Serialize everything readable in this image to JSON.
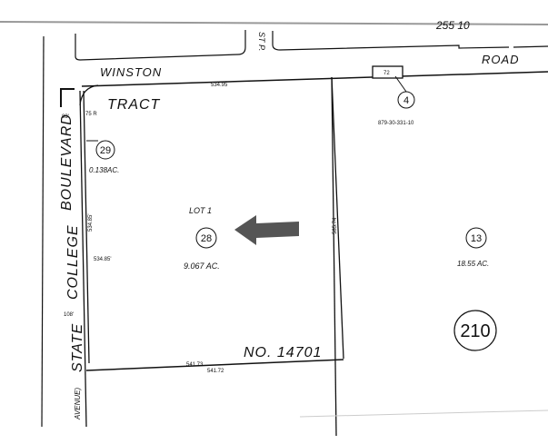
{
  "map": {
    "header_fragment": "255 10",
    "streets": {
      "winston": "WINSTON",
      "road": "ROAD",
      "tract": "TRACT",
      "boulevard": "BOULEVARD",
      "college": "COLLEGE",
      "state": "STATE",
      "avenue": "AVENUE)",
      "side_street": "ST P."
    },
    "tract_number": "NO. 14701",
    "book_page": "210",
    "parcels": [
      {
        "number": "4",
        "acreage": "",
        "note": "879-30-331-10"
      },
      {
        "number": "29",
        "acreage": "0.138AC."
      },
      {
        "number": "28",
        "acreage": "9.067 AC.",
        "lot": "LOT 1"
      },
      {
        "number": "13",
        "acreage": "18.55 AC."
      }
    ],
    "dimensions": {
      "top": "534.95",
      "top_small": "72",
      "left_a": "83'",
      "left_b": "75 R",
      "left_c": "534.85'",
      "left_d": "108'",
      "right": "585.74",
      "bottom": "541.73",
      "bottom_b": "541.72"
    },
    "arrow_color": "#555555"
  }
}
